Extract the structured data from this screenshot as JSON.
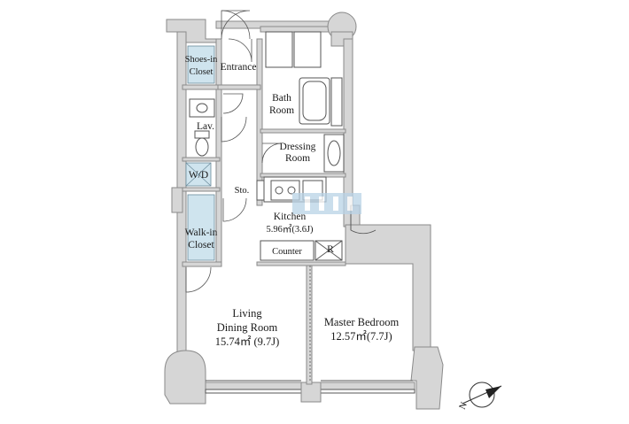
{
  "rooms": {
    "entrance": "Entrance",
    "shoes_in_closet": [
      "Shoes-in",
      "Closet"
    ],
    "bath_room": [
      "Bath",
      "Room"
    ],
    "lav": "Lav.",
    "dressing_room": [
      "Dressing",
      "Room"
    ],
    "wd": "W/D",
    "sto": "Sto.",
    "walk_in_closet": [
      "Walk-in",
      "Closet"
    ],
    "kitchen": [
      "Kitchen",
      "5.96㎡(3.6J)"
    ],
    "counter": "Counter",
    "refrigerator": "R",
    "living_dining": [
      "Living",
      "Dining Room",
      "15.74㎡  (9.7J)"
    ],
    "master_bedroom": [
      "Master Bedroom",
      "12.57㎡(7.7J)"
    ]
  },
  "compass": {
    "label": "N"
  },
  "colors": {
    "closet_fill": "#cfe4ee",
    "wall_fill": "#d6d6d6",
    "watermark": "#b9d3e6"
  }
}
